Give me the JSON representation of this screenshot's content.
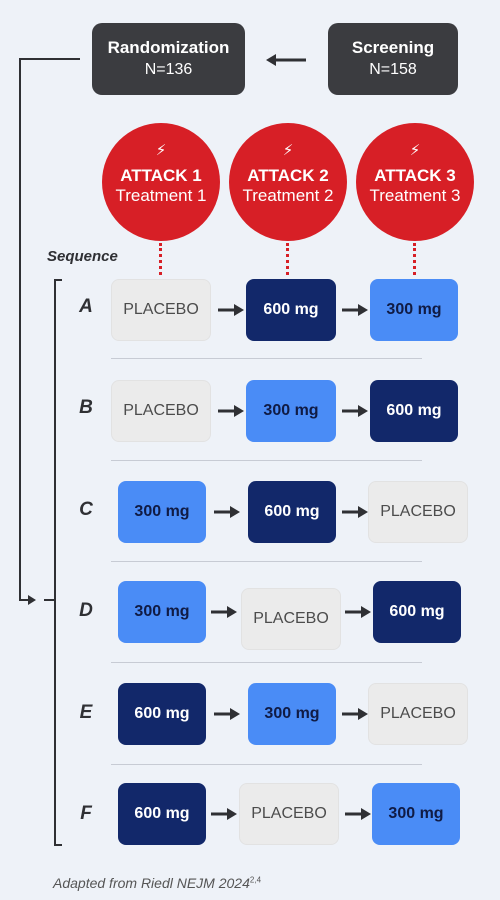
{
  "screening": {
    "title": "Screening",
    "count": "N=158"
  },
  "randomization": {
    "title": "Randomization",
    "count": "N=136"
  },
  "attacks": [
    {
      "title": "ATTACK 1",
      "subtitle": "Treatment 1"
    },
    {
      "title": "ATTACK 2",
      "subtitle": "Treatment 2"
    },
    {
      "title": "ATTACK 3",
      "subtitle": "Treatment 3"
    }
  ],
  "sequence_label": "Sequence",
  "rows": [
    {
      "letter": "A",
      "treatments": [
        "PLACEBO",
        "600 mg",
        "300 mg"
      ]
    },
    {
      "letter": "B",
      "treatments": [
        "PLACEBO",
        "300 mg",
        "600 mg"
      ]
    },
    {
      "letter": "C",
      "treatments": [
        "300 mg",
        "600 mg",
        "PLACEBO"
      ]
    },
    {
      "letter": "D",
      "treatments": [
        "300 mg",
        "PLACEBO",
        "600 mg"
      ]
    },
    {
      "letter": "E",
      "treatments": [
        "600 mg",
        "300 mg",
        "PLACEBO"
      ]
    },
    {
      "letter": "F",
      "treatments": [
        "600 mg",
        "PLACEBO",
        "300 mg"
      ]
    }
  ],
  "footer": {
    "prefix": "Adapted from Riedl ",
    "journal": "NEJM 2024",
    "refs": "2,4"
  },
  "colors": {
    "dark_box": "#3b3c40",
    "attack_red": "#d71f26",
    "placebo": "#ebebeb",
    "dose_300": "#4a8cf6",
    "dose_600": "#12286a",
    "background": "#eef2f8"
  }
}
